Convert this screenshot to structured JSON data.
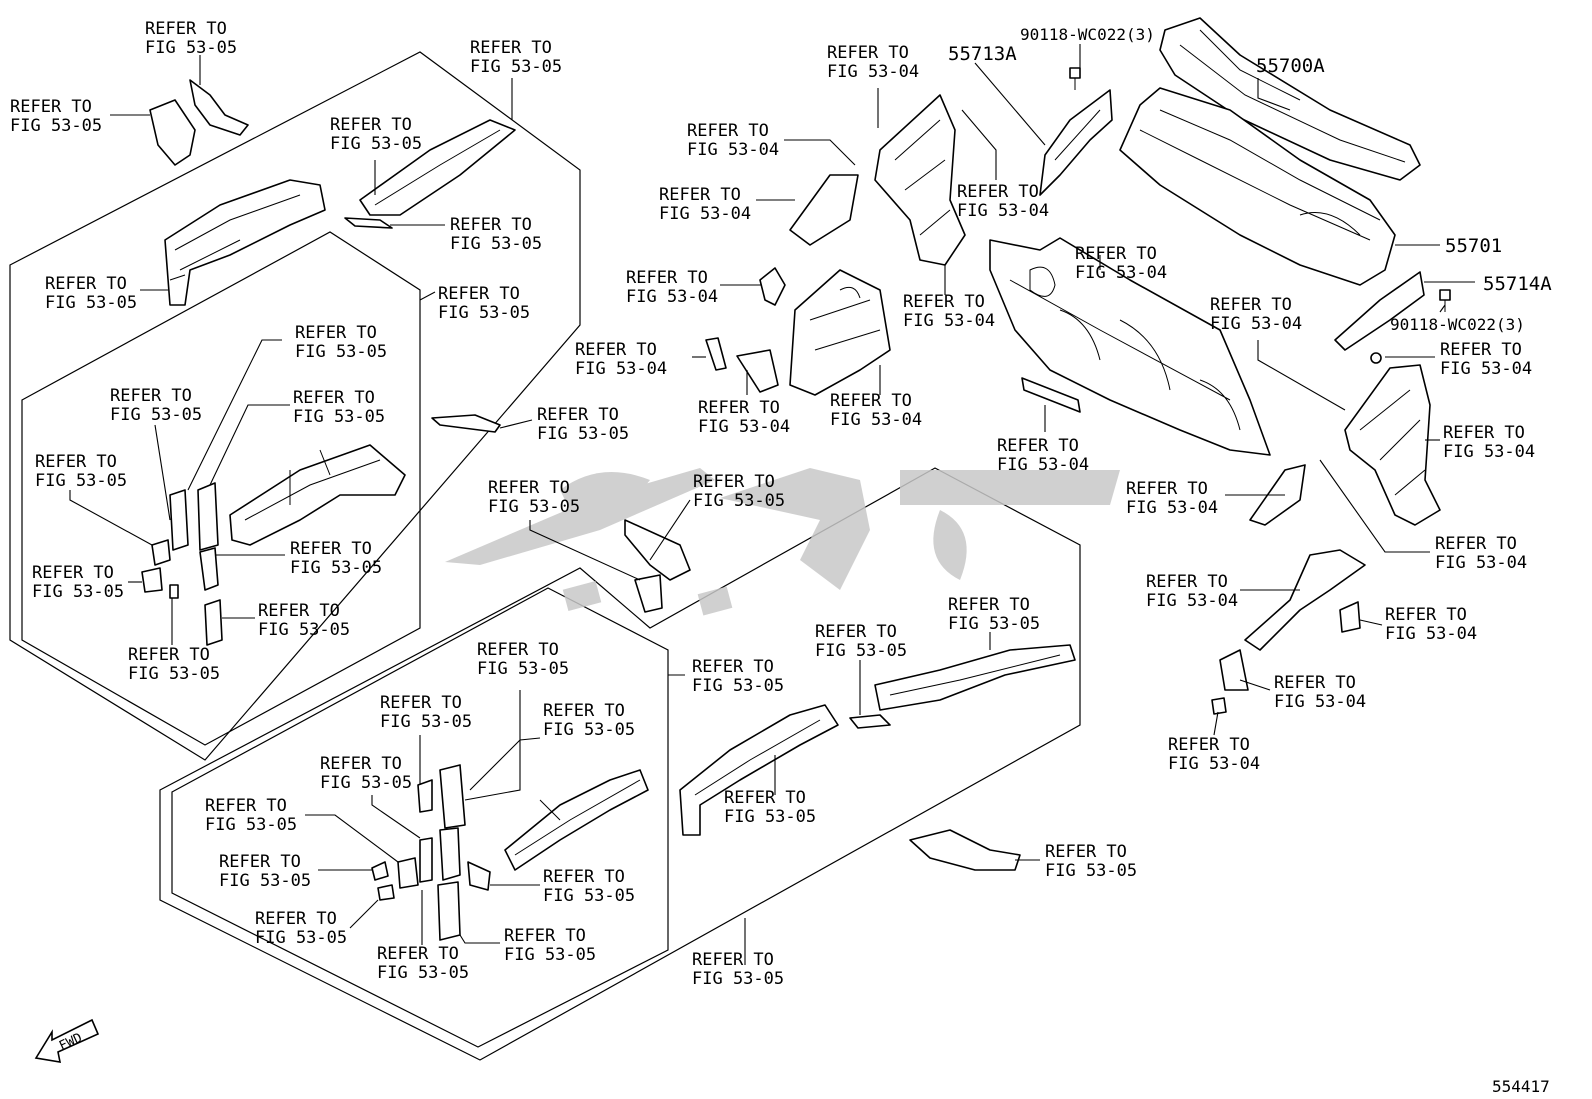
{
  "refer_04": [
    "REFER TO",
    "FIG 53-04"
  ],
  "refer_05": [
    "REFER TO",
    "FIG 53-05"
  ],
  "part_numbers": {
    "p55713a": "55713A",
    "p55700a": "55700A",
    "p55701": "55701",
    "p55714a": "55714A",
    "bolt_top": "90118-WC022(3)",
    "bolt_right": "90118-WC022(3)"
  },
  "fwd_label": "FWD",
  "diagram_id": "554417",
  "watermark_text": "ﻋﺮﺑﺎﺕ",
  "colors": {
    "line": "#000000",
    "watermark": "#c8c8c8"
  }
}
